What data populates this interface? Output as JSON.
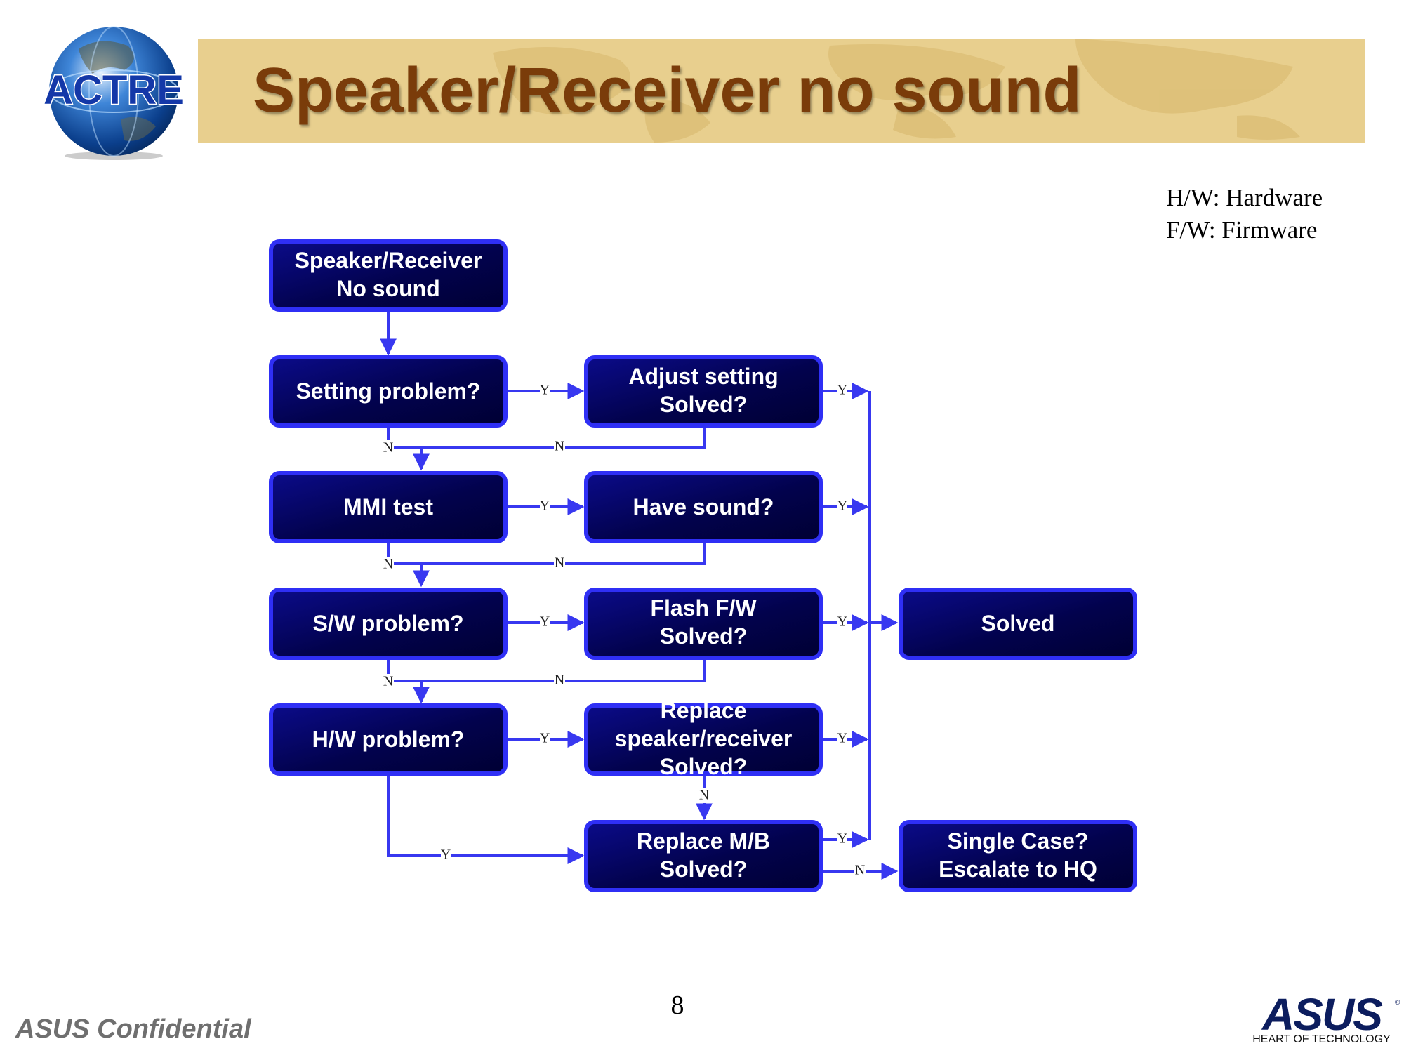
{
  "header": {
    "logo_text": "ACTRE",
    "title": "Speaker/Receiver no sound"
  },
  "legend": {
    "hw": "H/W: Hardware",
    "fw": "F/W: Firmware"
  },
  "flowchart": {
    "nodes": {
      "start": [
        "Speaker/Receiver",
        "No sound"
      ],
      "setting": [
        "Setting problem?"
      ],
      "adjust": [
        "Adjust setting",
        "Solved?"
      ],
      "mmi": [
        "MMI test"
      ],
      "have_sound": [
        "Have sound?"
      ],
      "sw": [
        "S/W problem?"
      ],
      "flash": [
        "Flash F/W",
        "Solved?"
      ],
      "hw": [
        "H/W problem?"
      ],
      "replace_spk": [
        "Replace",
        "speaker/receiver",
        "Solved?"
      ],
      "replace_mb": [
        "Replace M/B",
        "Solved?"
      ],
      "solved": [
        "Solved"
      ],
      "escalate": [
        "Single Case?",
        "Escalate to HQ"
      ]
    },
    "labels": {
      "yes": "Y",
      "no": "N"
    }
  },
  "footer": {
    "page_number": "8",
    "confidential": "ASUS Confidential",
    "brand": "ASUS",
    "tagline": "HEART OF TECHNOLOGY"
  },
  "colors": {
    "node_fill_dark": "#00004a",
    "node_border": "#2f2ff5",
    "connector": "#3838f0",
    "title_text": "#7a3c0a",
    "title_band": "#e8cf8e"
  }
}
